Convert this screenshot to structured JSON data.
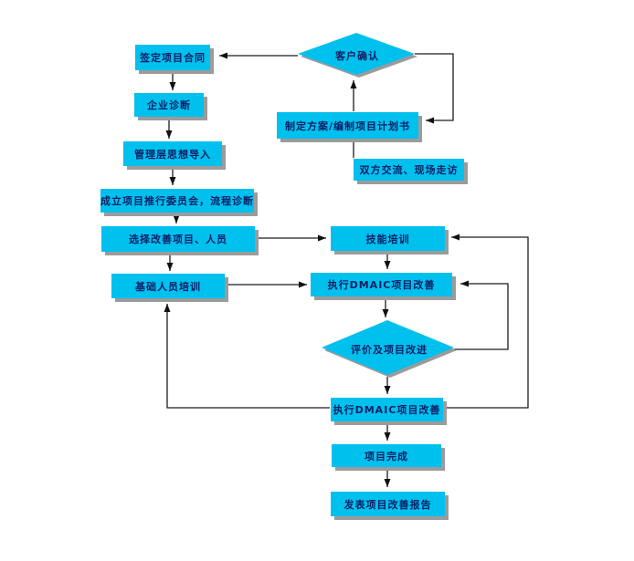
{
  "flowchart": {
    "nodes": {
      "sign_contract": {
        "label": "签定项目合同"
      },
      "diagnosis": {
        "label": "企业诊断"
      },
      "mgmt_intro": {
        "label": "管理层思想导入"
      },
      "committee": {
        "label": "成立项目推行委员会，流程诊断"
      },
      "select_projects": {
        "label": "选择改善项目、人员"
      },
      "basic_training": {
        "label": "基础人员培训"
      },
      "customer_confirm": {
        "label": "客户确认"
      },
      "make_plan": {
        "label": "制定方案/编制项目计划书"
      },
      "communication": {
        "label": "双方交流、现场走访"
      },
      "skill_training": {
        "label": "技能培训"
      },
      "dmaic_first": {
        "label": "执行DMAIC项目改善"
      },
      "evaluate": {
        "label": "评价及项目改进"
      },
      "dmaic_second": {
        "label": "执行DMAIC项目改善"
      },
      "complete": {
        "label": "项目完成"
      },
      "report": {
        "label": "发表项目改善报告"
      }
    },
    "colors": {
      "node_fill": "#00c0ee",
      "node_text": "#0a2066",
      "shadow": "#9b9b9b",
      "line": "#1c1c1c",
      "background": "#ffffff"
    }
  }
}
